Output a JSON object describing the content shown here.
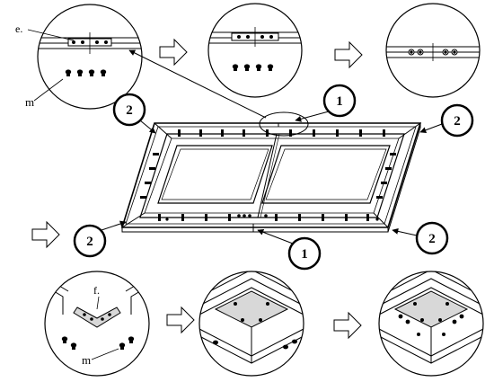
{
  "labels": {
    "top_detail_screw_tag": "e.",
    "top_detail_hardware_tag": "m",
    "bottom_detail_bracket_tag": "f.",
    "bottom_detail_hardware_tag": "m"
  },
  "callouts": {
    "center_top": "1",
    "center_bottom": "1",
    "corner_top_left": "2",
    "corner_top_right": "2",
    "corner_bottom_left": "2",
    "corner_bottom_right": "2"
  },
  "colors": {
    "line": "#000000",
    "background": "#ffffff",
    "light_shade": "#d8d8d8"
  },
  "icons": [
    "process-arrow-icon",
    "leader-arrow-icon"
  ]
}
